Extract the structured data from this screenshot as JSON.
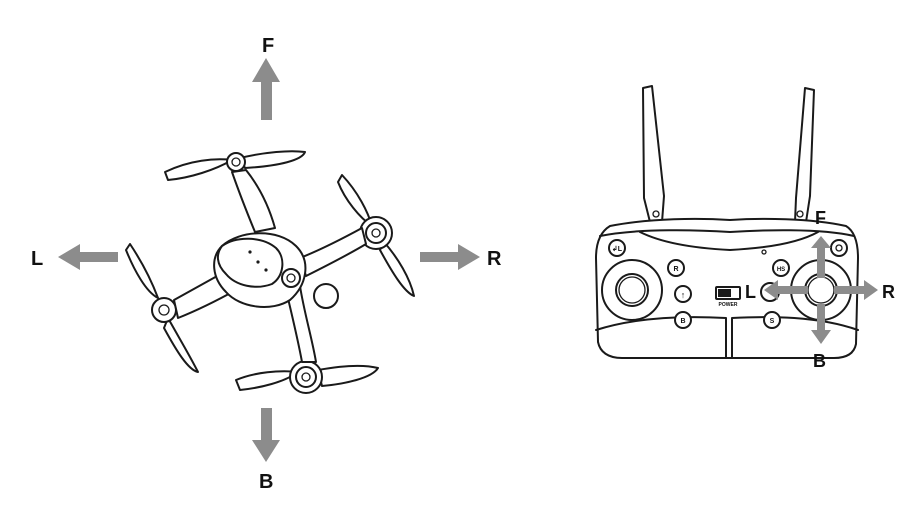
{
  "drone": {
    "labels": {
      "forward": "F",
      "back": "B",
      "left": "L",
      "right": "R"
    }
  },
  "controller": {
    "labels": {
      "forward": "F",
      "back": "B",
      "left": "L",
      "right": "R"
    },
    "power_label": "POWER",
    "buttons": [
      {
        "name": "left-shoulder-button",
        "text": "↲L"
      },
      {
        "name": "r-button",
        "text": "R"
      },
      {
        "name": "headless-button",
        "text": "HS"
      },
      {
        "name": "up-button",
        "text": "↑"
      },
      {
        "name": "b-button",
        "text": "B"
      },
      {
        "name": "speed-button",
        "text": "S"
      }
    ]
  }
}
